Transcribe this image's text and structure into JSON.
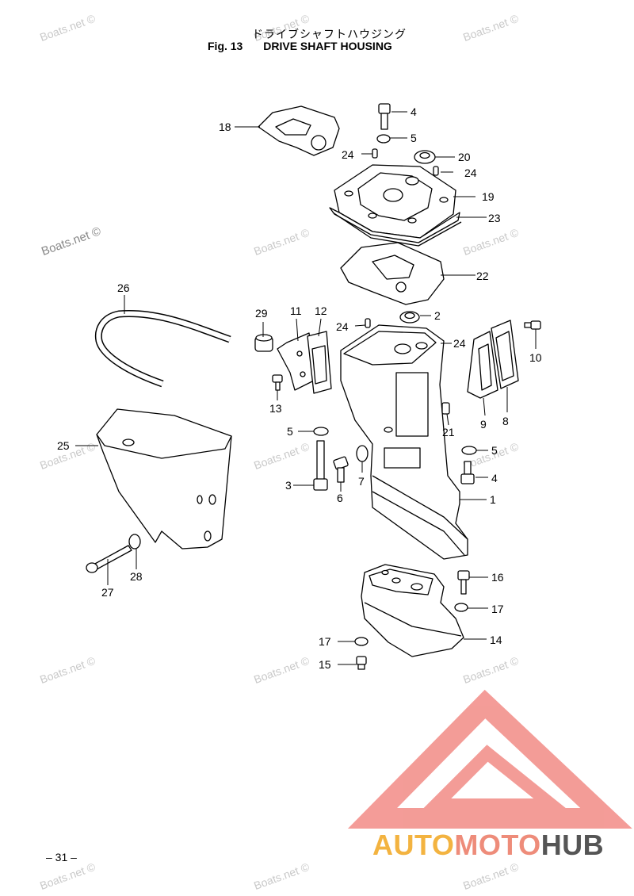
{
  "header": {
    "title_jp": "ドライブシャフトハウジング",
    "fig_label": "Fig. 13",
    "title": "DRIVE SHAFT HOUSING"
  },
  "watermark": "Boats.net ©",
  "page_number": "– 31 –",
  "logo": {
    "part1": "AUTO",
    "part2": "MOTO",
    "part3": "HUB",
    "colors": {
      "auto": "#f3b340",
      "moto": "#ee8c7a",
      "hub": "#555555",
      "triangle": "#f28b86"
    }
  },
  "callouts": [
    "1",
    "2",
    "3",
    "4",
    "4",
    "5",
    "5",
    "5",
    "6",
    "7",
    "8",
    "9",
    "10",
    "11",
    "12",
    "13",
    "14",
    "15",
    "16",
    "17",
    "17",
    "18",
    "19",
    "20",
    "21",
    "22",
    "23",
    "24",
    "24",
    "24",
    "24",
    "25",
    "26",
    "27",
    "28",
    "29"
  ]
}
